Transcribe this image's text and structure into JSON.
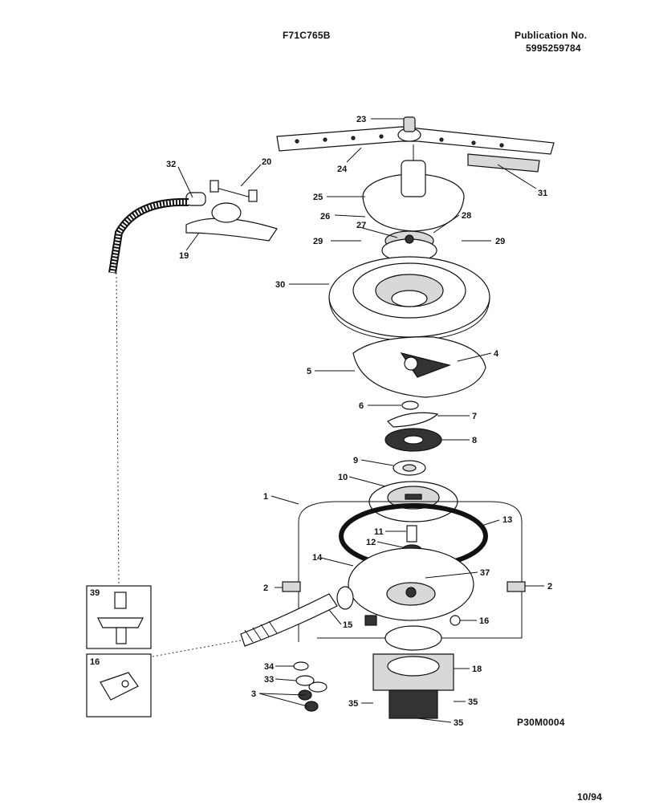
{
  "header": {
    "model": "F71C765B",
    "publication_label": "Publication No.",
    "publication_number": "5995259784"
  },
  "footer": {
    "diagram_code": "P30M0004",
    "date": "10/94"
  },
  "callouts": [
    "23",
    "24",
    "31",
    "32",
    "20",
    "19",
    "25",
    "26",
    "28",
    "27",
    "29",
    "29",
    "30",
    "4",
    "5",
    "6",
    "7",
    "8",
    "9",
    "10",
    "1",
    "13",
    "11",
    "12",
    "14",
    "37",
    "2",
    "2",
    "15",
    "16",
    "34",
    "33",
    "3",
    "18",
    "35",
    "35",
    "35"
  ],
  "insets": [
    {
      "number": "39"
    },
    {
      "number": "16"
    }
  ]
}
